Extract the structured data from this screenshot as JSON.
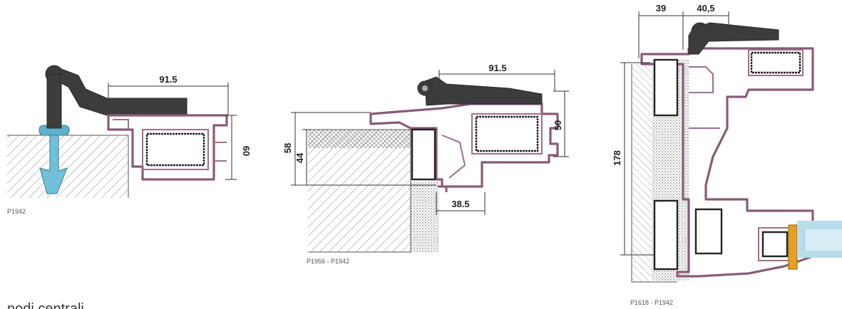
{
  "diagrams": [
    {
      "caption": "P1942",
      "dimensions": {
        "width_top": "91.5",
        "height_side": "60"
      }
    },
    {
      "caption": "P1956 - P1942",
      "dimensions": {
        "width_top": "91.5",
        "height_side": "50",
        "left_outer": "58",
        "left_inner": "44",
        "bottom": "38.5"
      }
    },
    {
      "caption": "P1618 - P1942",
      "dimensions": {
        "top_left": "39",
        "top_right": "40,5",
        "height_left": "178"
      }
    }
  ],
  "section_heading": "nodi centrali",
  "colors": {
    "profile": "#8a5a78",
    "hinge": "#3c3c3c",
    "anchor": "#5fb2cc",
    "gasket": "#e6a020",
    "glass": "#b8dcea",
    "hatch": "#8a8a8a"
  }
}
